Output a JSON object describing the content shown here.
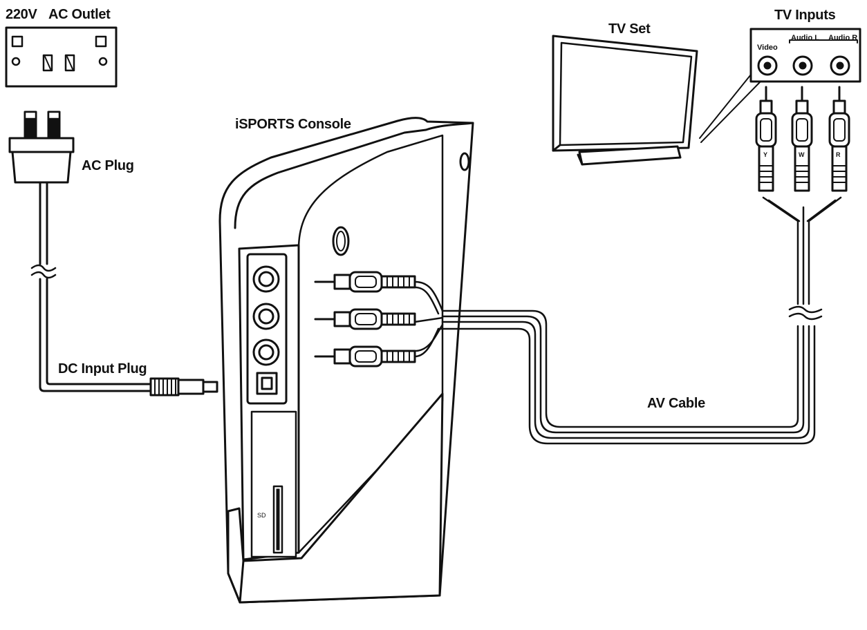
{
  "labels": {
    "voltage": "220V",
    "ac_outlet": "AC Outlet",
    "ac_plug": "AC Plug",
    "console": "iSPORTS Console",
    "dc_input_plug": "DC Input Plug",
    "tv_set": "TV Set",
    "tv_inputs": "TV Inputs",
    "video": "Video",
    "audio_l": "Audio L",
    "audio_r": "Audio R",
    "av_cable": "AV Cable",
    "plug_y": "Y",
    "plug_w": "W",
    "plug_r": "R",
    "sd_slot": "SD"
  },
  "colors": {
    "line": "#111111",
    "background": "#ffffff"
  }
}
